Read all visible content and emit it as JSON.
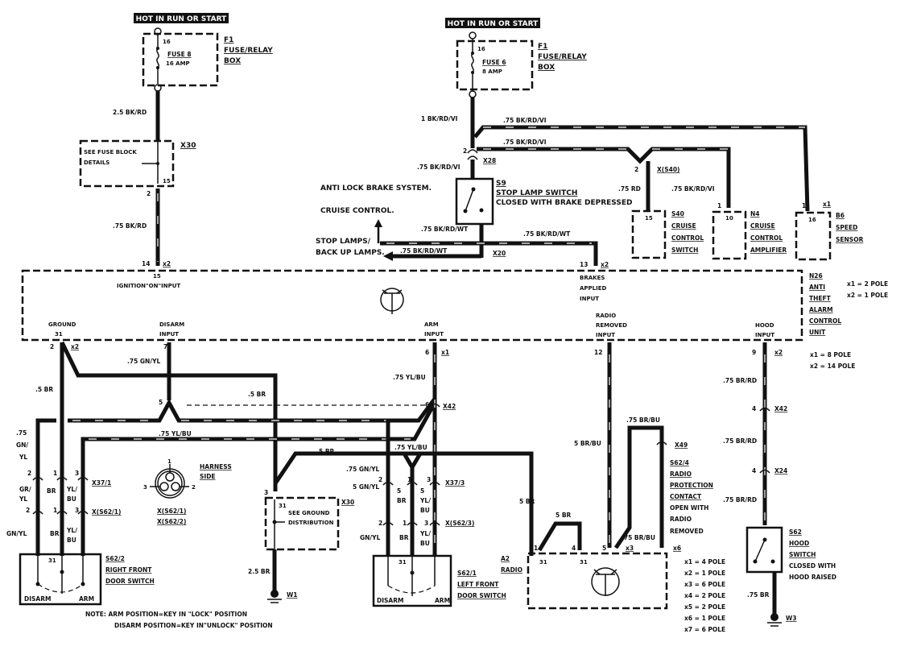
{
  "power_headers": {
    "left": "HOT IN RUN OR START",
    "right": "HOT IN RUN OR START"
  },
  "fuse_left": {
    "pin": "16",
    "name": "FUSE 8",
    "rating": "16 AMP",
    "box_id": "F1",
    "box_name_1": "FUSE/RELAY",
    "box_name_2": "BOX"
  },
  "fuse_right": {
    "pin": "16",
    "name": "FUSE 6",
    "rating": "8 AMP",
    "box_id": "F1",
    "box_name_1": "FUSE/RELAY",
    "box_name_2": "BOX"
  },
  "left_feed": {
    "wire_1": "2.5 BK/RD",
    "x30_id": "X30",
    "x30_note_1": "SEE FUSE BLOCK",
    "x30_note_2": "DETAILS",
    "x30_pin": "15",
    "pin_out": "2",
    "wire_2": ".75 BK/RD",
    "n26_pin": "14",
    "n26_conn": "x2"
  },
  "right_feed": {
    "wire_main": "1 BK/RD/VI",
    "wire_top": ".75 BK/RD/VI",
    "wire_mid": ".75 BK/RD/VI",
    "x28_pin": "2",
    "x28_id": "X28",
    "wire_to_s9": ".75 BK/RD/VI",
    "s9_id": "S9",
    "s9_name": "STOP LAMP SWITCH",
    "s9_desc": "CLOSED WITH BRAKE DEPRESSED",
    "abs_label": "ANTI LOCK BRAKE SYSTEM.",
    "cruise_label": "CRUISE CONTROL.",
    "stoplamps_1": "STOP LAMPS/",
    "stoplamps_2": "BACK UP LAMPS.",
    "wire_s9_out": ".75 BK/RD/WT",
    "wire_to_n26": ".75 BK/RD/WT",
    "wire_to_lamps": ".75 BK/RD/WT",
    "x20_id": "X20",
    "n26_pin": "13",
    "n26_conn": "x2"
  },
  "cruise": {
    "x540_pin": "2",
    "x540_id": "X(S40)",
    "wire_rd": ".75 RD",
    "wire_n4": ".75 BK/RD/VI",
    "s40_pin": "15",
    "s40_id": "S40",
    "s40_name": [
      "CRUISE",
      "CONTROL",
      "SWITCH"
    ],
    "n4_conn_pin": "1",
    "n4_pin": "10",
    "n4_id": "N4",
    "n4_name": [
      "CRUISE",
      "CONTROL",
      "AMPLIFIER"
    ],
    "b6_conn_pin": "1",
    "b6_conn": "x1",
    "b6_pin": "16",
    "b6_id": "B6",
    "b6_name": [
      "SPEED",
      "SENSOR"
    ]
  },
  "n26": {
    "id": "N26",
    "name": [
      "ANTI",
      "THEFT",
      "ALARM",
      "CONTROL",
      "UNIT"
    ],
    "poles_top": [
      "x1 = 2 POLE",
      "x2 = 1 POLE"
    ],
    "poles_bottom": [
      "x1 = 8 POLE",
      "x2 = 14 POLE"
    ],
    "ignition_pin": "15",
    "ignition_label": "IGNITION\"ON\"INPUT",
    "brakes_label": [
      "BRAKES",
      "APPLIED",
      "INPUT"
    ],
    "ground_label": "GROUND",
    "ground_pin": "31",
    "disarm_label": [
      "DISARM",
      "INPUT"
    ],
    "arm_label": [
      "ARM",
      "INPUT"
    ],
    "radio_label": [
      "RADIO",
      "REMOVED",
      "INPUT"
    ],
    "hood_label": [
      "HOOD",
      "INPUT"
    ]
  },
  "n26_outputs": {
    "ground_pin": "2",
    "ground_conn": "x2",
    "disarm_pin": "7",
    "arm_pin": "6",
    "arm_conn": "x1",
    "radio_pin": "12",
    "hood_pin": "9",
    "hood_conn": "x2"
  },
  "left_harness": {
    "wire_gnd": ".5 BR",
    "wire_gnd_2": ".5 BR",
    "wire_disarm": ".75 GN/YL",
    "splice_pin": "5",
    "wire_yb": ".75 YL/BU",
    "wire_gny_vert": [
      ".75",
      "GN/",
      "YL"
    ],
    "x37_1_id": "X37/1",
    "x37_1_pins": [
      "2",
      "1",
      "3"
    ],
    "x562_1_id": "X(S62/1)",
    "x562_1_pins": [
      "2",
      "1",
      "3"
    ],
    "wire_a": [
      "GR/",
      "YL"
    ],
    "wire_b": "BR",
    "wire_c": [
      "YL/",
      "BU"
    ],
    "wire_a2": "GN/YL",
    "wire_b2": "BR",
    "wire_c2": [
      "YL/",
      "BU"
    ],
    "s62_2_pin": "31",
    "s62_2_id": "S62/2",
    "s62_2_name": [
      "RIGHT FRONT",
      "DOOR SWITCH"
    ],
    "disarm": "DISARM",
    "arm": "ARM"
  },
  "harness_side": {
    "title": [
      "HARNESS",
      "SIDE"
    ],
    "pins": [
      "1",
      "2",
      "3"
    ],
    "ids": [
      "X(S62/1)",
      "X(S62/2)"
    ]
  },
  "ground_dist": {
    "pin_in": "3",
    "pin": "31",
    "id": "X30",
    "note_1": "SEE GROUND",
    "note_2": "DISTRIBUTION",
    "wire": "2.5 BR",
    "ground_id": "W1"
  },
  "note": {
    "line_1": "NOTE: ARM POSITION=KEY IN \"LOCK\" POSITION",
    "line_2": "DISARM POSITION=KEY IN\"UNLOCK\" POSITION"
  },
  "right_harness": {
    "wire_arm": ".75 YL/BU",
    "x42_pin": "6",
    "x42_id": "X42",
    "wire_5br": "5 BR",
    "wire_yb": ".75 YL/BU",
    "wire_gny": ".75 GN/YL",
    "wire_5gny": "5 GN/YL",
    "x37_3_id": "X37/3",
    "x37_3_pins": [
      "2",
      "1",
      "3"
    ],
    "wire_b": [
      "5",
      "BR"
    ],
    "wire_c": [
      "5",
      "YL/",
      "BU"
    ],
    "x562_3_id": "X(S62/3)",
    "x562_3_pins": [
      "2",
      "1",
      "3"
    ],
    "wire_a2": "GN/YL",
    "wire_b2": "BR",
    "wire_c2": [
      "YL/",
      "BU"
    ],
    "s62_1_pin": "31",
    "s62_1_id": "S62/1",
    "s62_1_name": [
      "LEFT FRONT",
      "DOOR SWITCH"
    ],
    "disarm": "DISARM",
    "arm": "ARM"
  },
  "radio": {
    "wire_radio": "5 BR/BU",
    "wire_loop": ".75 BR/BU",
    "wire_x3": ".75 BR/BU",
    "x49_id": "X49",
    "s62_4_id": "S62/4",
    "s62_4_name": [
      "RADIO",
      "PROTECTION",
      "CONTACT"
    ],
    "s62_4_desc": [
      "OPEN WITH",
      "RADIO",
      "REMOVED"
    ],
    "wire_5br_a": "5 BR",
    "wire_5br_b": "5 BR",
    "pins": [
      "1",
      "4",
      "5"
    ],
    "conn_x3": "x3",
    "conn_x6": "x6",
    "inner_pins": [
      "31",
      "31"
    ],
    "id": "A2",
    "name": "RADIO",
    "poles": [
      "x1 = 4 POLE",
      "x2 = 1 POLE",
      "x3 = 6 POLE",
      "x4 = 2 POLE",
      "x5 = 2 POLE",
      "x6 = 1 POLE",
      "x7 = 6 POLE"
    ]
  },
  "hood": {
    "wire_1": ".75 BR/RD",
    "x42_pin": "4",
    "x42_id": "X42",
    "wire_2": ".75 BR/RD",
    "x24_pin": "4",
    "x24_id": "X24",
    "wire_3": ".75 BR/RD",
    "s62_id": "S62",
    "s62_name": [
      "HOOD",
      "SWITCH"
    ],
    "s62_desc": [
      "CLOSED WITH",
      "HOOD RAISED"
    ],
    "wire_gnd": ".75 BR",
    "ground_id": "W3"
  }
}
